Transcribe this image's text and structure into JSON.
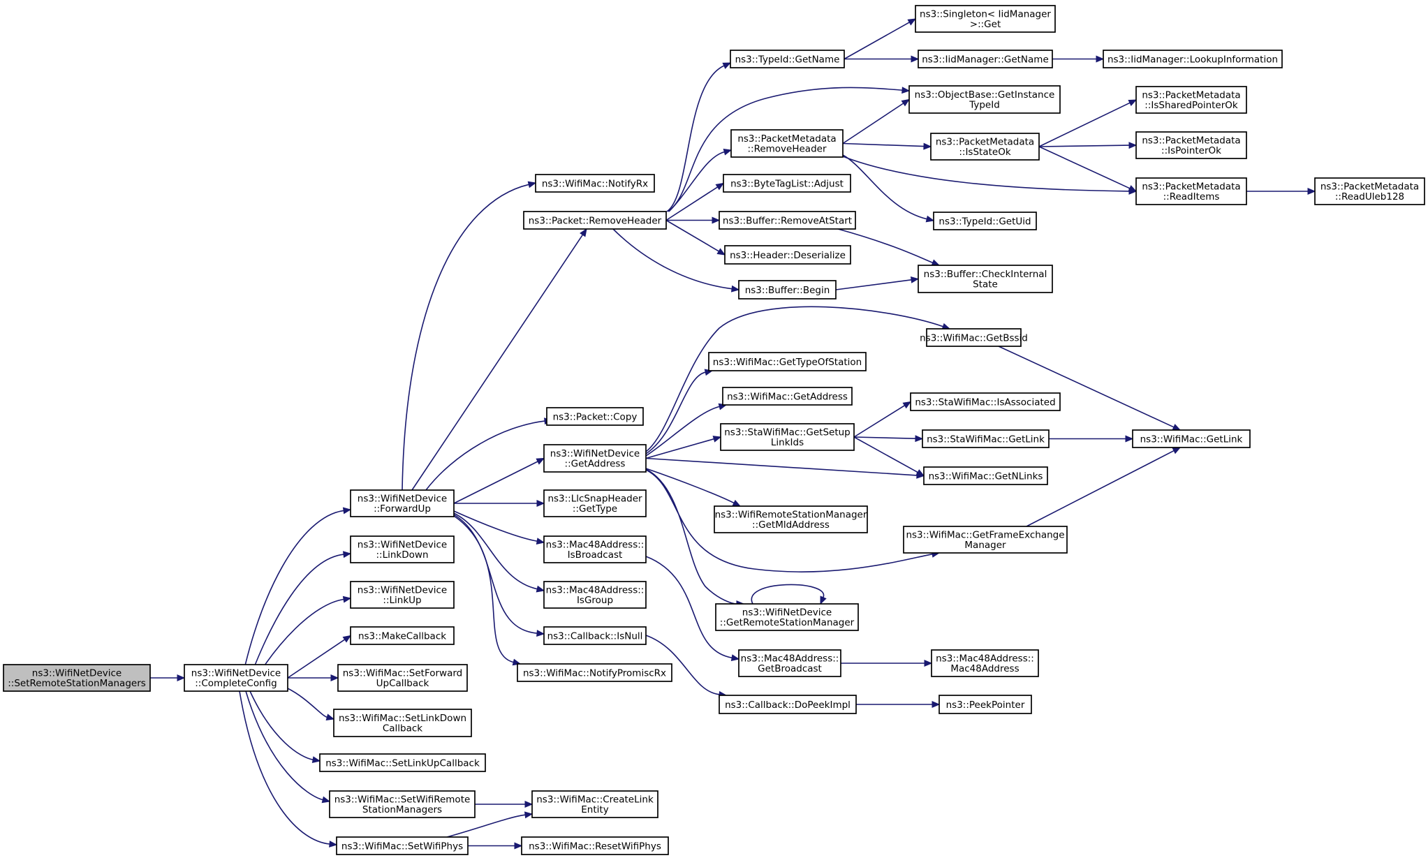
{
  "graph": {
    "title": "",
    "nodes": [
      {
        "id": "root",
        "lines": [
          "ns3::WifiNetDevice",
          "::SetRemoteStationManagers"
        ],
        "highlight": true
      },
      {
        "id": "completeConfig",
        "lines": [
          "ns3::WifiNetDevice",
          "::CompleteConfig"
        ]
      },
      {
        "id": "forwardUp",
        "lines": [
          "ns3::WifiNetDevice",
          "::ForwardUp"
        ]
      },
      {
        "id": "linkDown",
        "lines": [
          "ns3::WifiNetDevice",
          "::LinkDown"
        ]
      },
      {
        "id": "linkUp",
        "lines": [
          "ns3::WifiNetDevice",
          "::LinkUp"
        ]
      },
      {
        "id": "makeCallback",
        "lines": [
          "ns3::MakeCallback"
        ]
      },
      {
        "id": "setForwardUpCallback",
        "lines": [
          "ns3::WifiMac::SetForward",
          "UpCallback"
        ]
      },
      {
        "id": "setLinkDownCallback",
        "lines": [
          "ns3::WifiMac::SetLinkDown",
          "Callback"
        ]
      },
      {
        "id": "setLinkUpCallback",
        "lines": [
          "ns3::WifiMac::SetLinkUpCallback"
        ]
      },
      {
        "id": "setWifiRemoteStationManagers",
        "lines": [
          "ns3::WifiMac::SetWifiRemote",
          "StationManagers"
        ]
      },
      {
        "id": "setWifiPhys",
        "lines": [
          "ns3::WifiMac::SetWifiPhys"
        ]
      },
      {
        "id": "notifyRx",
        "lines": [
          "ns3::WifiMac::NotifyRx"
        ]
      },
      {
        "id": "packetRemoveHeader",
        "lines": [
          "ns3::Packet::RemoveHeader"
        ]
      },
      {
        "id": "packetCopy",
        "lines": [
          "ns3::Packet::Copy"
        ]
      },
      {
        "id": "wndGetAddress",
        "lines": [
          "ns3::WifiNetDevice",
          "::GetAddress"
        ]
      },
      {
        "id": "llcGetType",
        "lines": [
          "ns3::LlcSnapHeader",
          "::GetType"
        ]
      },
      {
        "id": "isBroadcast",
        "lines": [
          "ns3::Mac48Address::",
          "IsBroadcast"
        ]
      },
      {
        "id": "isGroup",
        "lines": [
          "ns3::Mac48Address::",
          "IsGroup"
        ]
      },
      {
        "id": "cbIsNull",
        "lines": [
          "ns3::Callback::IsNull"
        ]
      },
      {
        "id": "notifyPromiscRx",
        "lines": [
          "ns3::WifiMac::NotifyPromiscRx"
        ]
      },
      {
        "id": "createLinkEntity",
        "lines": [
          "ns3::WifiMac::CreateLink",
          "Entity"
        ]
      },
      {
        "id": "resetWifiPhys",
        "lines": [
          "ns3::WifiMac::ResetWifiPhys"
        ]
      },
      {
        "id": "typeIdGetName",
        "lines": [
          "ns3::TypeId::GetName"
        ]
      },
      {
        "id": "pmRemoveHeader",
        "lines": [
          "ns3::PacketMetadata",
          "::RemoveHeader"
        ]
      },
      {
        "id": "byteTagListAdjust",
        "lines": [
          "ns3::ByteTagList::Adjust"
        ]
      },
      {
        "id": "bufferRemoveAtStart",
        "lines": [
          "ns3::Buffer::RemoveAtStart"
        ]
      },
      {
        "id": "headerDeserialize",
        "lines": [
          "ns3::Header::Deserialize"
        ]
      },
      {
        "id": "bufferBegin",
        "lines": [
          "ns3::Buffer::Begin"
        ]
      },
      {
        "id": "getBssid",
        "lines": [
          "ns3::WifiMac::GetBssid"
        ]
      },
      {
        "id": "getTypeOfStation",
        "lines": [
          "ns3::WifiMac::GetTypeOfStation"
        ]
      },
      {
        "id": "macGetAddress",
        "lines": [
          "ns3::WifiMac::GetAddress"
        ]
      },
      {
        "id": "staGetSetupLinkIds",
        "lines": [
          "ns3::StaWifiMac::GetSetup",
          "LinkIds"
        ]
      },
      {
        "id": "getMldAddress",
        "lines": [
          "ns3::WifiRemoteStationManager",
          "::GetMldAddress"
        ]
      },
      {
        "id": "getFrameExchangeManager",
        "lines": [
          "ns3::WifiMac::GetFrameExchange",
          "Manager"
        ]
      },
      {
        "id": "getRemoteStationManager",
        "lines": [
          "ns3::WifiNetDevice",
          "::GetRemoteStationManager"
        ]
      },
      {
        "id": "getBroadcast",
        "lines": [
          "ns3::Mac48Address::",
          "GetBroadcast"
        ]
      },
      {
        "id": "doPeekImpl",
        "lines": [
          "ns3::Callback::DoPeekImpl"
        ]
      },
      {
        "id": "singletonGet",
        "lines": [
          "ns3::Singleton< IidManager",
          ">::Get"
        ]
      },
      {
        "id": "iidGetName",
        "lines": [
          "ns3::IidManager::GetName"
        ]
      },
      {
        "id": "objectBaseGetInstanceTypeId",
        "lines": [
          "ns3::ObjectBase::GetInstance",
          "TypeId"
        ]
      },
      {
        "id": "pmIsStateOk",
        "lines": [
          "ns3::PacketMetadata",
          "::IsStateOk"
        ]
      },
      {
        "id": "typeIdGetUid",
        "lines": [
          "ns3::TypeId::GetUid"
        ]
      },
      {
        "id": "bufferCheckInternalState",
        "lines": [
          "ns3::Buffer::CheckInternal",
          "State"
        ]
      },
      {
        "id": "staIsAssociated",
        "lines": [
          "ns3::StaWifiMac::IsAssociated"
        ]
      },
      {
        "id": "staGetLink",
        "lines": [
          "ns3::StaWifiMac::GetLink"
        ]
      },
      {
        "id": "getNLinks",
        "lines": [
          "ns3::WifiMac::GetNLinks"
        ]
      },
      {
        "id": "mac48Address",
        "lines": [
          "ns3::Mac48Address::",
          "Mac48Address"
        ]
      },
      {
        "id": "peekPointer",
        "lines": [
          "ns3::PeekPointer"
        ]
      },
      {
        "id": "lookupInformation",
        "lines": [
          "ns3::IidManager::LookupInformation"
        ]
      },
      {
        "id": "pmIsSharedPointerOk",
        "lines": [
          "ns3::PacketMetadata",
          "::IsSharedPointerOk"
        ]
      },
      {
        "id": "pmIsPointerOk",
        "lines": [
          "ns3::PacketMetadata",
          "::IsPointerOk"
        ]
      },
      {
        "id": "pmReadItems",
        "lines": [
          "ns3::PacketMetadata",
          "::ReadItems"
        ]
      },
      {
        "id": "wifiMacGetLink",
        "lines": [
          "ns3::WifiMac::GetLink"
        ]
      },
      {
        "id": "pmReadUleb128",
        "lines": [
          "ns3::PacketMetadata",
          "::ReadUleb128"
        ]
      }
    ],
    "edges": [
      [
        "root",
        "completeConfig"
      ],
      [
        "completeConfig",
        "forwardUp"
      ],
      [
        "completeConfig",
        "linkDown"
      ],
      [
        "completeConfig",
        "linkUp"
      ],
      [
        "completeConfig",
        "makeCallback"
      ],
      [
        "completeConfig",
        "setForwardUpCallback"
      ],
      [
        "completeConfig",
        "setLinkDownCallback"
      ],
      [
        "completeConfig",
        "setLinkUpCallback"
      ],
      [
        "completeConfig",
        "setWifiRemoteStationManagers"
      ],
      [
        "completeConfig",
        "setWifiPhys"
      ],
      [
        "forwardUp",
        "notifyRx"
      ],
      [
        "forwardUp",
        "packetRemoveHeader"
      ],
      [
        "forwardUp",
        "packetCopy"
      ],
      [
        "forwardUp",
        "wndGetAddress"
      ],
      [
        "forwardUp",
        "llcGetType"
      ],
      [
        "forwardUp",
        "isBroadcast"
      ],
      [
        "forwardUp",
        "isGroup"
      ],
      [
        "forwardUp",
        "cbIsNull"
      ],
      [
        "forwardUp",
        "notifyPromiscRx"
      ],
      [
        "setWifiRemoteStationManagers",
        "createLinkEntity"
      ],
      [
        "setWifiPhys",
        "createLinkEntity"
      ],
      [
        "setWifiPhys",
        "resetWifiPhys"
      ],
      [
        "packetRemoveHeader",
        "typeIdGetName"
      ],
      [
        "packetRemoveHeader",
        "objectBaseGetInstanceTypeId"
      ],
      [
        "packetRemoveHeader",
        "pmRemoveHeader"
      ],
      [
        "packetRemoveHeader",
        "byteTagListAdjust"
      ],
      [
        "packetRemoveHeader",
        "bufferRemoveAtStart"
      ],
      [
        "packetRemoveHeader",
        "headerDeserialize"
      ],
      [
        "packetRemoveHeader",
        "bufferBegin"
      ],
      [
        "typeIdGetName",
        "singletonGet"
      ],
      [
        "typeIdGetName",
        "iidGetName"
      ],
      [
        "iidGetName",
        "lookupInformation"
      ],
      [
        "pmRemoveHeader",
        "objectBaseGetInstanceTypeId"
      ],
      [
        "pmRemoveHeader",
        "pmIsStateOk"
      ],
      [
        "pmRemoveHeader",
        "pmReadItems"
      ],
      [
        "pmRemoveHeader",
        "typeIdGetUid"
      ],
      [
        "pmIsStateOk",
        "pmIsSharedPointerOk"
      ],
      [
        "pmIsStateOk",
        "pmIsPointerOk"
      ],
      [
        "pmIsStateOk",
        "pmReadItems"
      ],
      [
        "pmReadItems",
        "pmReadUleb128"
      ],
      [
        "bufferRemoveAtStart",
        "bufferCheckInternalState"
      ],
      [
        "bufferBegin",
        "bufferCheckInternalState"
      ],
      [
        "wndGetAddress",
        "getBssid"
      ],
      [
        "wndGetAddress",
        "getTypeOfStation"
      ],
      [
        "wndGetAddress",
        "macGetAddress"
      ],
      [
        "wndGetAddress",
        "staGetSetupLinkIds"
      ],
      [
        "wndGetAddress",
        "getNLinks"
      ],
      [
        "wndGetAddress",
        "getMldAddress"
      ],
      [
        "wndGetAddress",
        "getFrameExchangeManager"
      ],
      [
        "wndGetAddress",
        "getRemoteStationManager"
      ],
      [
        "getBssid",
        "wifiMacGetLink"
      ],
      [
        "staGetSetupLinkIds",
        "staIsAssociated"
      ],
      [
        "staGetSetupLinkIds",
        "staGetLink"
      ],
      [
        "staGetSetupLinkIds",
        "getNLinks"
      ],
      [
        "staGetLink",
        "wifiMacGetLink"
      ],
      [
        "getFrameExchangeManager",
        "wifiMacGetLink"
      ],
      [
        "getRemoteStationManager",
        "getRemoteStationManager"
      ],
      [
        "isBroadcast",
        "getBroadcast"
      ],
      [
        "getBroadcast",
        "mac48Address"
      ],
      [
        "cbIsNull",
        "doPeekImpl"
      ],
      [
        "doPeekImpl",
        "peekPointer"
      ]
    ]
  },
  "colors": {
    "edge": "#191970",
    "node_fill": "#ffffff",
    "node_border": "#000000",
    "root_fill": "#bfbfbf",
    "text": "#000000"
  }
}
